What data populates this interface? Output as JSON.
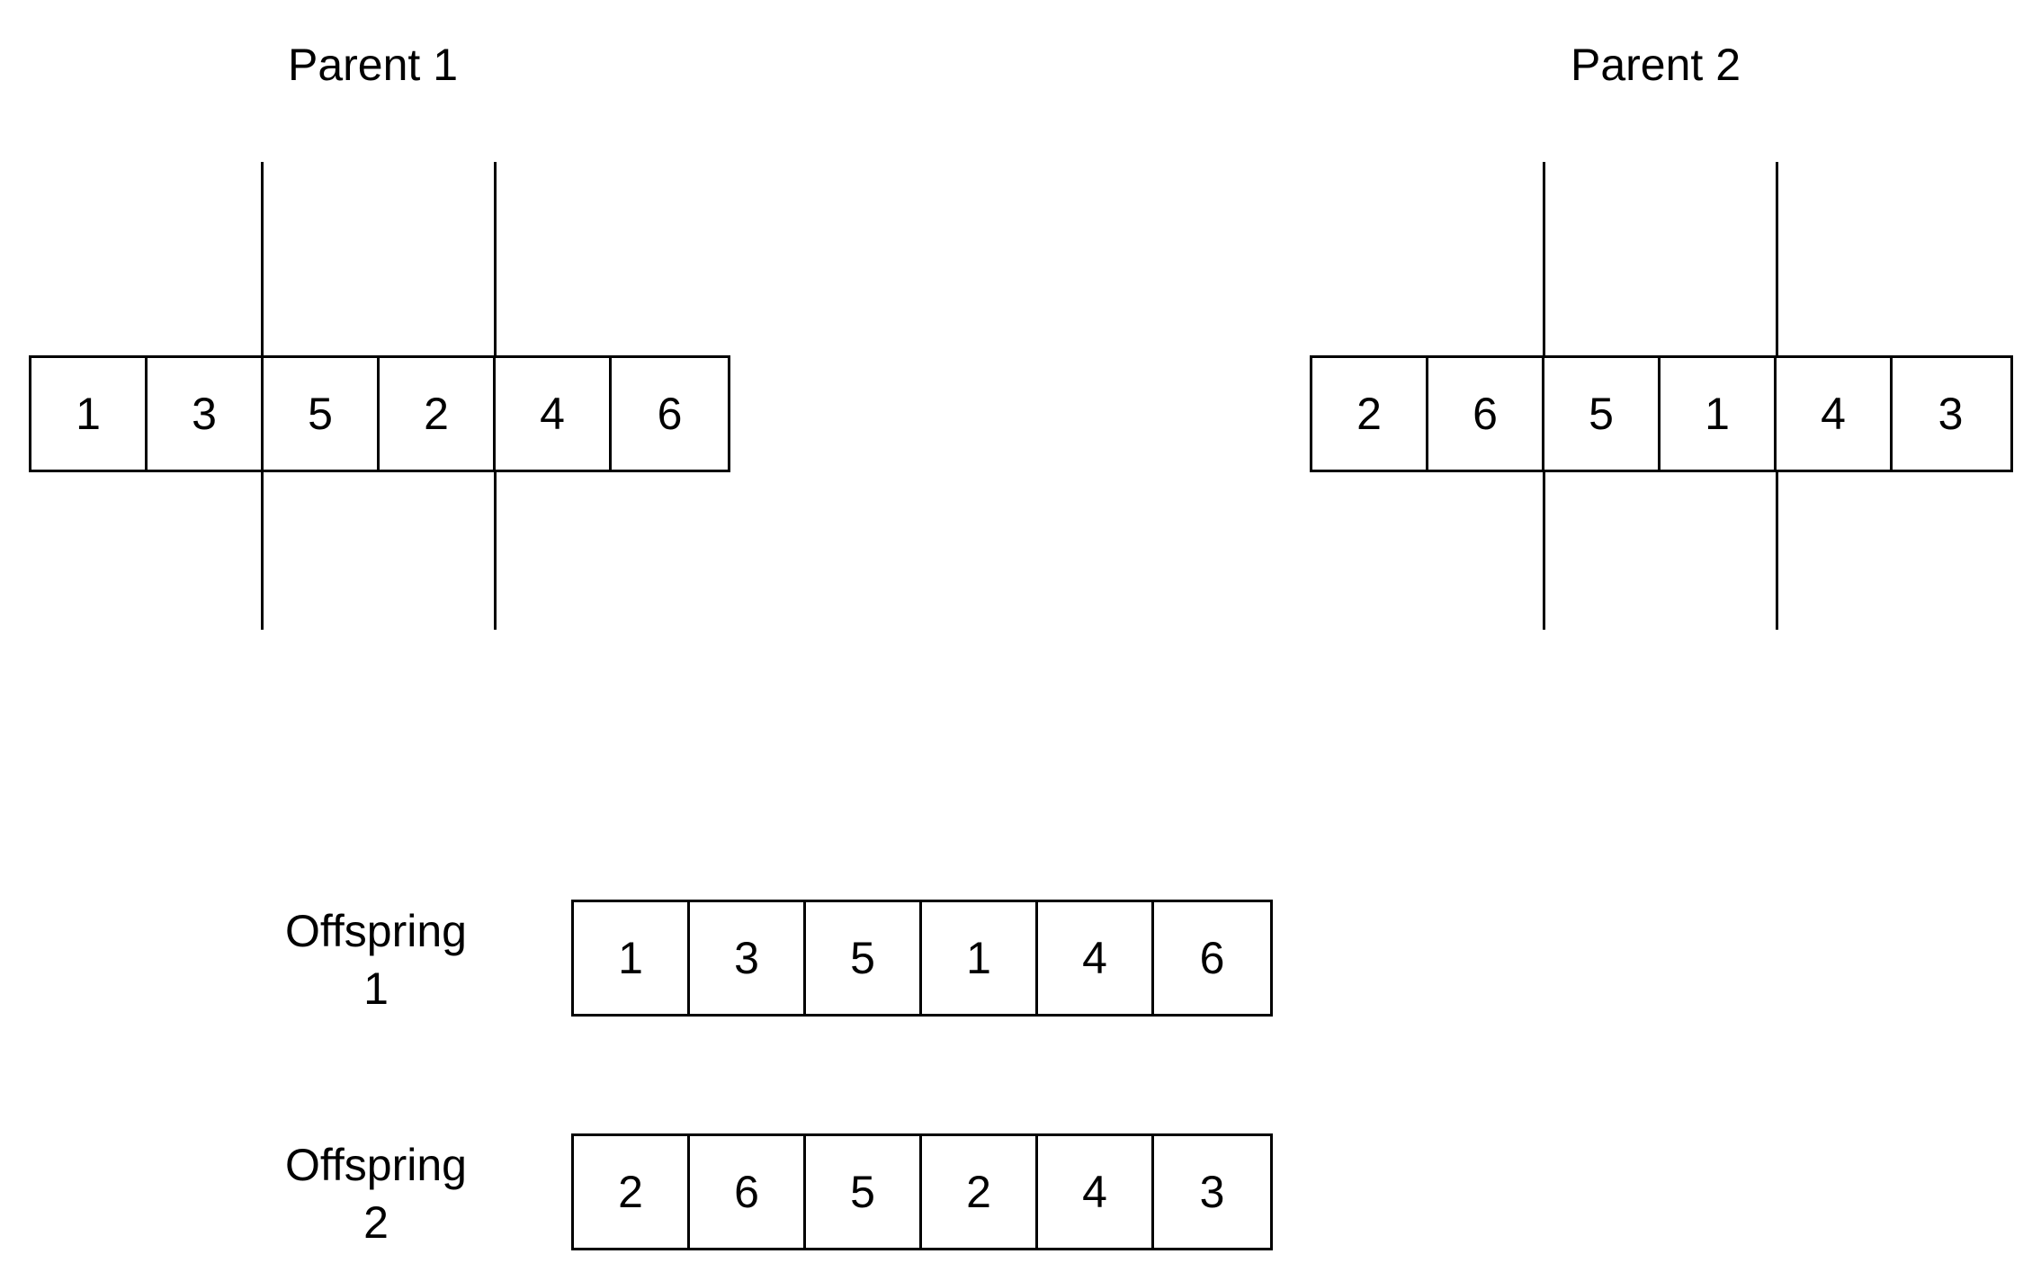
{
  "parent1": {
    "label": "Parent 1",
    "genes": [
      "1",
      "3",
      "5",
      "2",
      "4",
      "6"
    ]
  },
  "parent2": {
    "label": "Parent 2",
    "genes": [
      "2",
      "6",
      "5",
      "1",
      "4",
      "3"
    ]
  },
  "offspring1": {
    "label_line1": "Offspring",
    "label_line2": "1",
    "genes": [
      "1",
      "3",
      "5",
      "1",
      "4",
      "6"
    ]
  },
  "offspring2": {
    "label_line1": "Offspring",
    "label_line2": "2",
    "genes": [
      "2",
      "6",
      "5",
      "2",
      "4",
      "3"
    ]
  },
  "colors": {
    "stroke": "#000000",
    "background": "#ffffff"
  }
}
